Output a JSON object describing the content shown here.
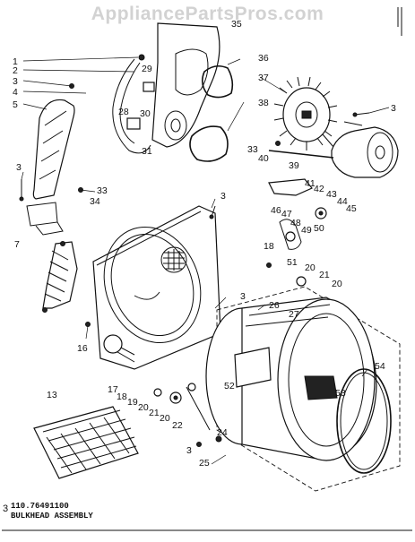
{
  "watermark": "AppliancePartsPros.com",
  "caption": {
    "mark": "3",
    "model_code": "110.76491100",
    "assembly_title": "BULKHEAD ASSEMBLY"
  },
  "callouts": [
    {
      "id": "c1",
      "text": "1"
    },
    {
      "id": "c2",
      "text": "2"
    },
    {
      "id": "c3a",
      "text": "3"
    },
    {
      "id": "c4",
      "text": "4"
    },
    {
      "id": "c5",
      "text": "5"
    },
    {
      "id": "c3b",
      "text": "3"
    },
    {
      "id": "c33a",
      "text": "33"
    },
    {
      "id": "c34",
      "text": "34"
    },
    {
      "id": "c7",
      "text": "7"
    },
    {
      "id": "c29",
      "text": "29"
    },
    {
      "id": "c28",
      "text": "28"
    },
    {
      "id": "c30",
      "text": "30"
    },
    {
      "id": "c31",
      "text": "31"
    },
    {
      "id": "c35",
      "text": "35"
    },
    {
      "id": "c36",
      "text": "36"
    },
    {
      "id": "c37",
      "text": "37"
    },
    {
      "id": "c38",
      "text": "38"
    },
    {
      "id": "c3c",
      "text": "3"
    },
    {
      "id": "c33b",
      "text": "33"
    },
    {
      "id": "c40",
      "text": "40"
    },
    {
      "id": "c39",
      "text": "39"
    },
    {
      "id": "c41",
      "text": "41"
    },
    {
      "id": "c42",
      "text": "42"
    },
    {
      "id": "c43",
      "text": "43"
    },
    {
      "id": "c44",
      "text": "44"
    },
    {
      "id": "c45",
      "text": "45"
    },
    {
      "id": "c3d",
      "text": "3"
    },
    {
      "id": "c46",
      "text": "46"
    },
    {
      "id": "c47",
      "text": "47"
    },
    {
      "id": "c48",
      "text": "48"
    },
    {
      "id": "c49",
      "text": "49"
    },
    {
      "id": "c50",
      "text": "50"
    },
    {
      "id": "c18a",
      "text": "18"
    },
    {
      "id": "c51",
      "text": "51"
    },
    {
      "id": "c20a",
      "text": "20"
    },
    {
      "id": "c21a",
      "text": "21"
    },
    {
      "id": "c20b",
      "text": "20"
    },
    {
      "id": "c3e",
      "text": "3"
    },
    {
      "id": "c26",
      "text": "26"
    },
    {
      "id": "c27",
      "text": "27"
    },
    {
      "id": "c16",
      "text": "16"
    },
    {
      "id": "c54",
      "text": "54"
    },
    {
      "id": "c52",
      "text": "52"
    },
    {
      "id": "c53",
      "text": "53"
    },
    {
      "id": "c13",
      "text": "13"
    },
    {
      "id": "c17",
      "text": "17"
    },
    {
      "id": "c18b",
      "text": "18"
    },
    {
      "id": "c19",
      "text": "19"
    },
    {
      "id": "c20c",
      "text": "20"
    },
    {
      "id": "c21b",
      "text": "21"
    },
    {
      "id": "c20d",
      "text": "20"
    },
    {
      "id": "c22",
      "text": "22"
    },
    {
      "id": "c24",
      "text": "24"
    },
    {
      "id": "c3f",
      "text": "3"
    },
    {
      "id": "c25",
      "text": "25"
    }
  ]
}
